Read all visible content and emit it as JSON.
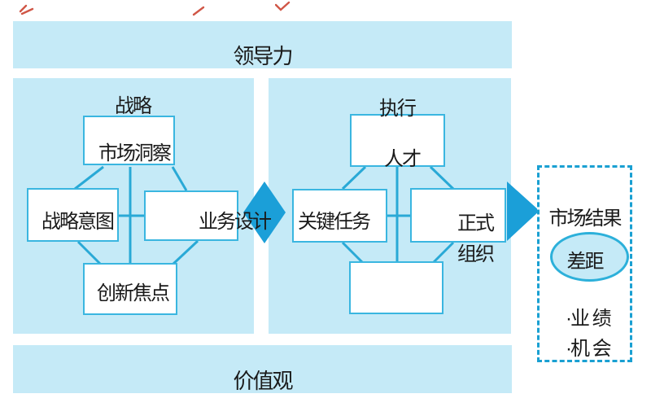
{
  "top_bar": {
    "label": "领导力"
  },
  "strategy_panel": {
    "title": "战略",
    "market_insight": "市场洞察",
    "strategic_intent": "战略意图",
    "business_design": "业务设计",
    "innovation_focus": "创新焦点"
  },
  "execution_panel": {
    "title": "执行",
    "talent": "人才",
    "key_tasks": "关键任务",
    "formal_organization": "正式\n组织"
  },
  "results_panel": {
    "title": "市场结果",
    "gap": "差距",
    "items": [
      "·业 绩",
      "·机 会"
    ]
  },
  "bottom_bar": {
    "label": "价值观"
  },
  "colors": {
    "panel_fill": "#c5eaf7",
    "accent_blue": "#1b9fd8",
    "box_border": "#3ab6e0",
    "connector_line": "#29a9d6",
    "dashed_border": "#1aa0d2",
    "ellipse_fill": "#c5eaf7",
    "ellipse_border": "#2cb0da",
    "text": "#1a1a1a",
    "red_mark": "#cc4433"
  }
}
